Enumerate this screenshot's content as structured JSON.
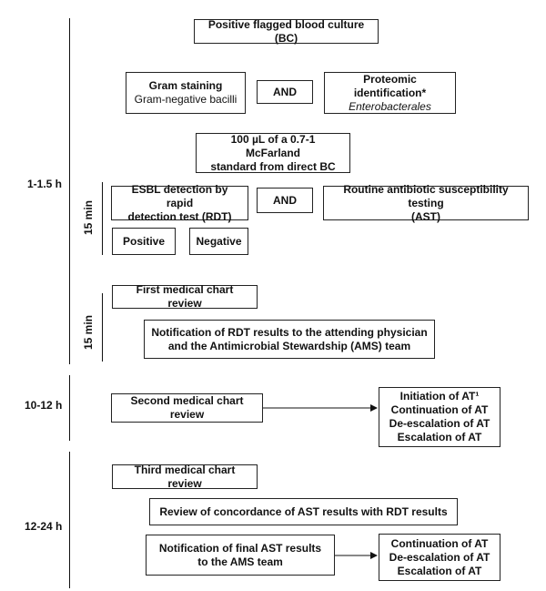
{
  "timeline": {
    "phase1": "1-1.5 h",
    "phase2": "10-12 h",
    "phase3": "12-24 h",
    "sub1": "15 min",
    "sub2": "15 min"
  },
  "boxes": {
    "positive_bc": "Positive flagged blood culture (BC)",
    "gram_title": "Gram staining",
    "gram_result": "Gram-negative bacilli",
    "and1": "AND",
    "proteomic_title": "Proteomic identification*",
    "proteomic_result": "Enterobacterales",
    "mcfarland_line1": "100 µL of a 0.7-1 McFarland",
    "mcfarland_line2": "standard from direct BC",
    "esbl_line1": "ESBL detection by rapid",
    "esbl_line2": "detection test (RDT)",
    "and2": "AND",
    "ast_line1": "Routine antibiotic susceptibility testing",
    "ast_line2": "(AST)",
    "positive": "Positive",
    "negative": "Negative",
    "first_review": "First medical chart review",
    "notif_rdt_line1": "Notification of RDT results to the attending physician",
    "notif_rdt_line2": "and the Antimicrobial Stewardship (AMS) team",
    "second_review": "Second medical chart review",
    "outcome1_line1": "Initiation of AT¹",
    "outcome1_line2": "Continuation of AT",
    "outcome1_line3": "De-escalation of AT",
    "outcome1_line4": "Escalation of AT",
    "third_review": "Third medical chart review",
    "concordance": "Review of concordance of AST results with RDT results",
    "notif_final_line1": "Notification of final AST results",
    "notif_final_line2": "to the AMS team",
    "outcome2_line1": "Continuation of AT",
    "outcome2_line2": "De-escalation of AT",
    "outcome2_line3": "Escalation of AT"
  }
}
